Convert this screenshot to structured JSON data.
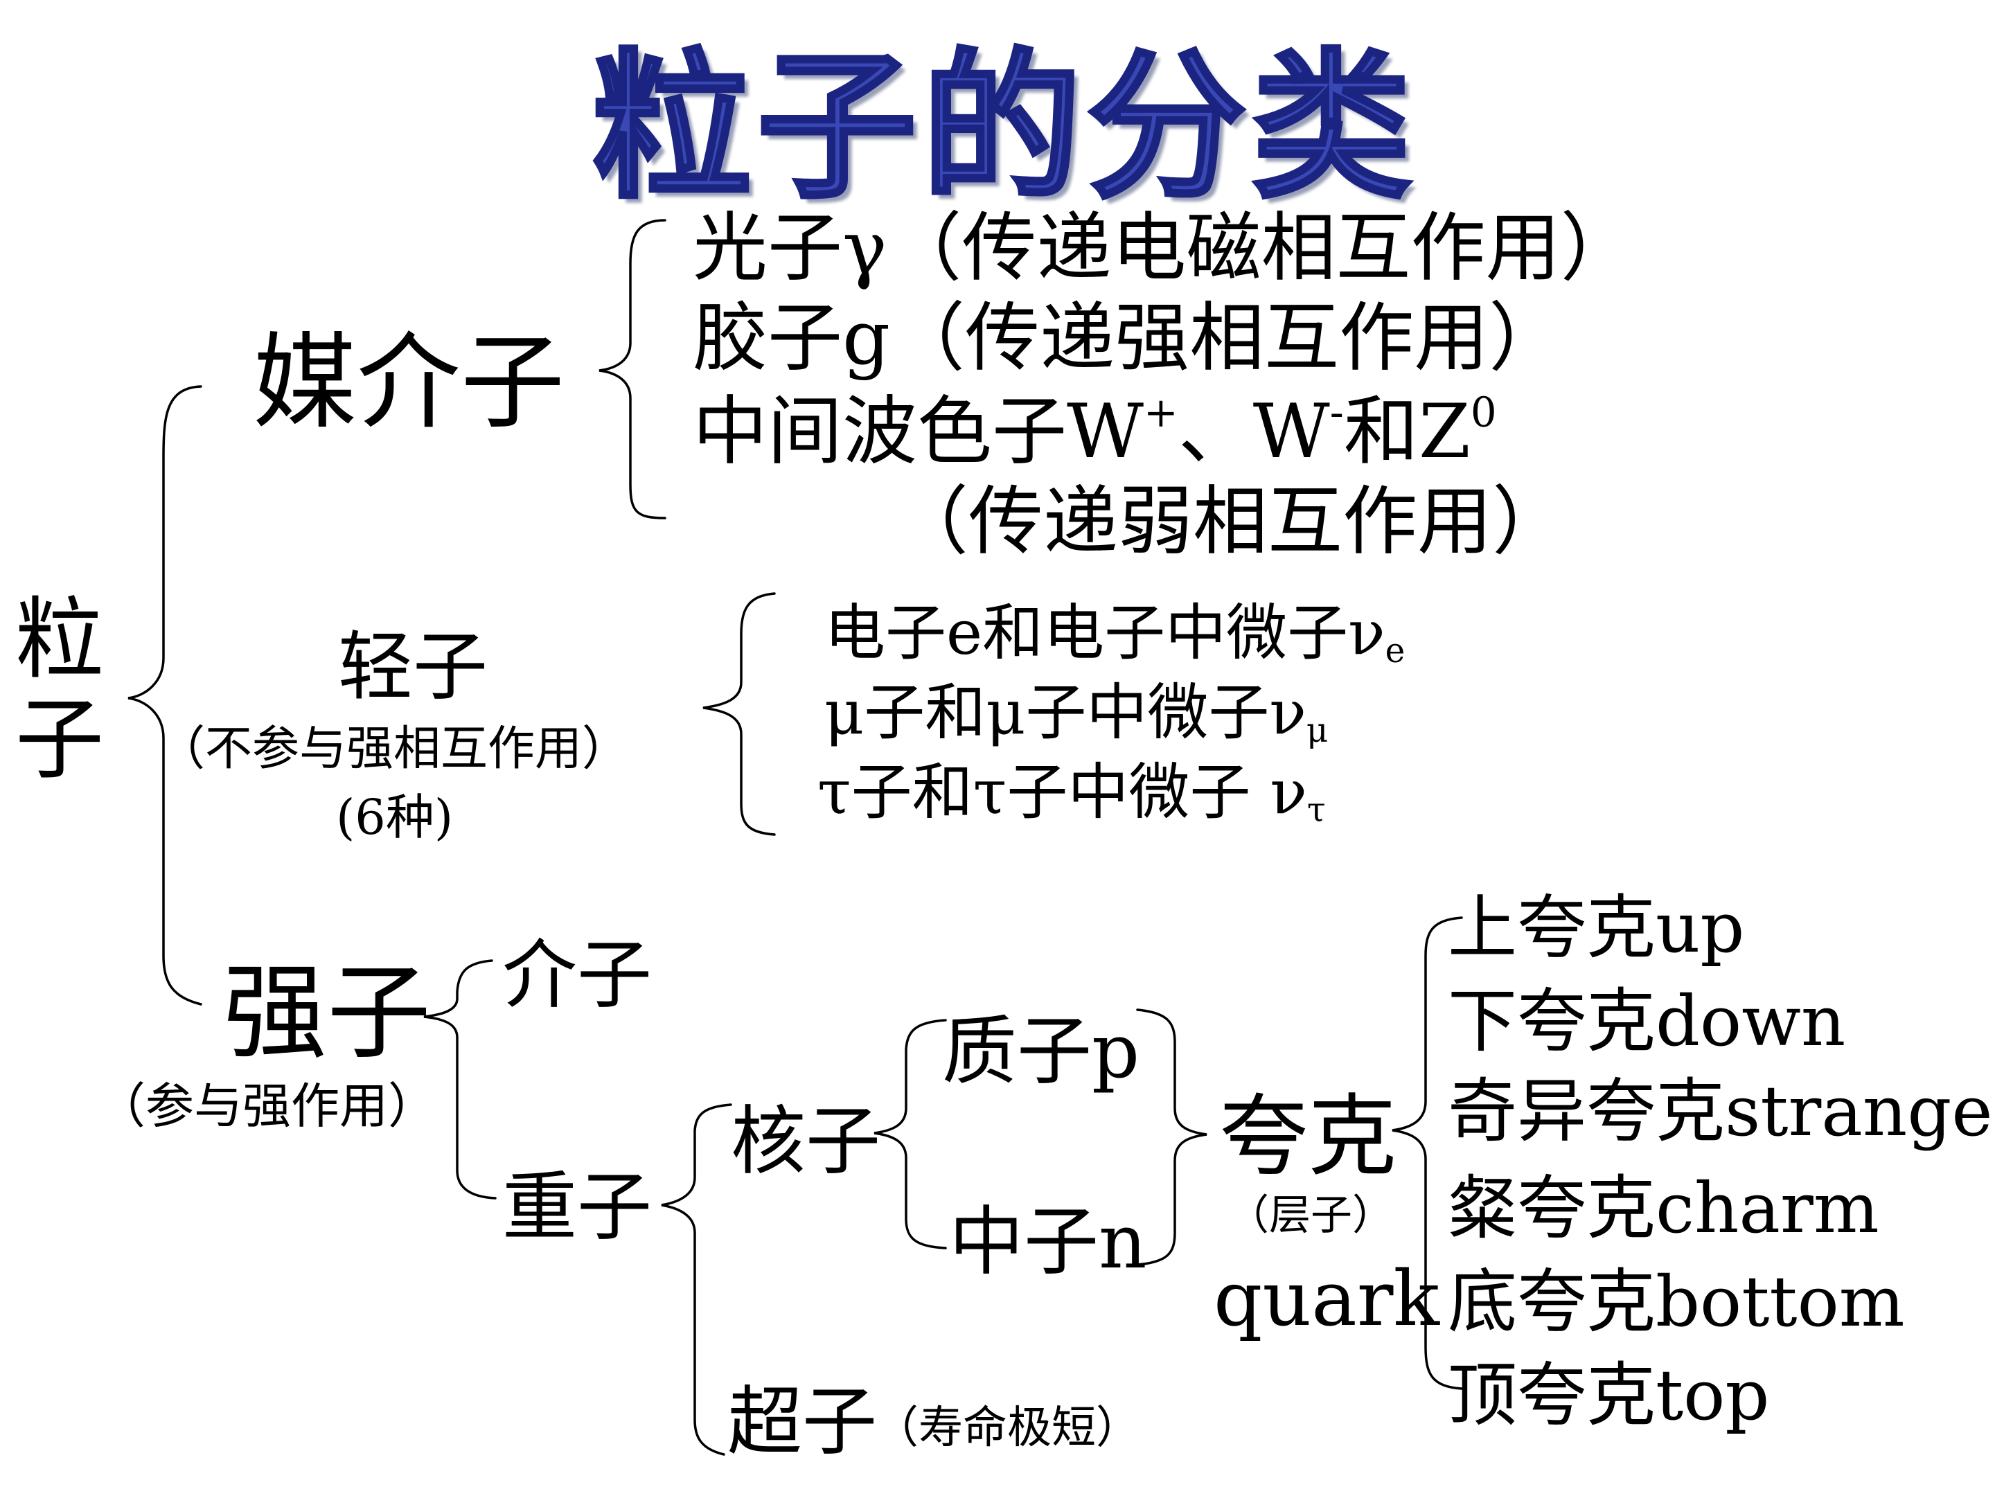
{
  "title": "粒子的分类",
  "root": [
    "粒",
    "子"
  ],
  "mediator": {
    "label": "媒介子",
    "items": [
      {
        "text": "光子γ（传递电磁相互作用）"
      },
      {
        "text": "胶子g（传递强相互作用）"
      },
      {
        "text": "中间波色子W",
        "sup1": "+",
        "mid": "、W",
        "sup2": "-",
        "mid2": "和Z",
        "sup3": "0"
      },
      {
        "text": "（传递弱相互作用）"
      }
    ]
  },
  "lepton": {
    "label": "轻子",
    "note": "（不参与强相互作用）",
    "count": "(6种)",
    "items": [
      {
        "text": "电子e和电子中微子ν",
        "sub": "e"
      },
      {
        "text": "μ子和μ子中微子ν",
        "sub": "μ"
      },
      {
        "text": "τ子和τ子中微子 ν",
        "sub": "τ"
      }
    ]
  },
  "hadron": {
    "label": "强子",
    "note": "（参与强作用）",
    "meson": "介子",
    "baryon": "重子",
    "nucleon": "核子",
    "proton": "质子p",
    "neutron": "中子n",
    "hyperon": "超子",
    "hyperon_note": "（寿命极短）"
  },
  "quark": {
    "label": "夸克",
    "note": "（层子）",
    "english": "quark",
    "flavors": [
      "上夸克up",
      "下夸克down",
      "奇异夸克strange",
      "粲夸克charm",
      "底夸克bottom",
      "顶夸克top"
    ]
  }
}
